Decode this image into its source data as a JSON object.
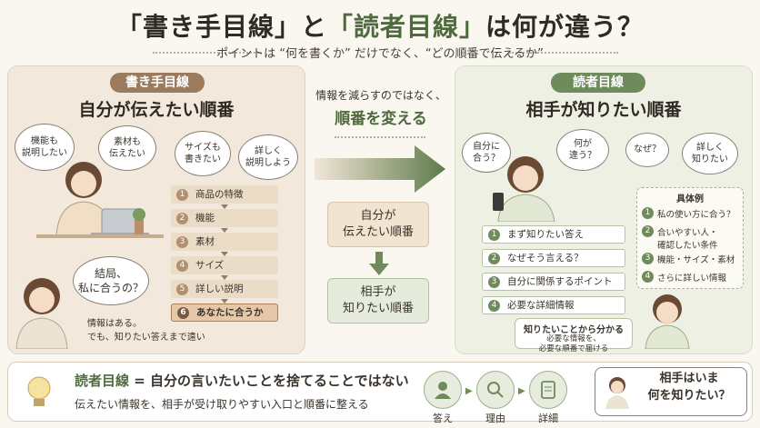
{
  "header": {
    "title_part1": "「書き手目線」と",
    "title_part2": "「読者目線」",
    "title_part3": "は何が違う？",
    "subtitle": "ポイントは “何を書くか” だけでなく、“どの順番で伝えるか”"
  },
  "left": {
    "pill": "書き手目線",
    "title": "自分が伝えたい順番",
    "clouds": [
      "機能も\n説明したい",
      "素材も\n伝えたい",
      "サイズも\n書きたい",
      "詳しく\n説明しよう"
    ],
    "steps": [
      {
        "n": "1",
        "label": "商品の特徴"
      },
      {
        "n": "2",
        "label": "機能"
      },
      {
        "n": "3",
        "label": "素材"
      },
      {
        "n": "4",
        "label": "サイズ"
      },
      {
        "n": "5",
        "label": "詳しい説明"
      },
      {
        "n": "6",
        "label": "あなたに合うか"
      }
    ],
    "reader_cloud": "結局、\n私に合うの？",
    "reader_caption": "情報はある。\nでも、知りたい答えまで遠い"
  },
  "middle": {
    "caption_line1": "情報を減らすのではなく、",
    "caption_line2": "順番を変える",
    "box1": "自分が\n伝えたい順番",
    "box2": "相手が\n知りたい順番"
  },
  "right": {
    "pill": "読者目線",
    "title": "相手が知りたい順番",
    "clouds": [
      "自分に\n合う？",
      "何が\n違う？",
      "なぜ？",
      "詳しく\n知りたい"
    ],
    "steps": [
      {
        "n": "1",
        "label": "まず知りたい答え"
      },
      {
        "n": "2",
        "label": "なぜそう言える？"
      },
      {
        "n": "3",
        "label": "自分に関係するポイント"
      },
      {
        "n": "4",
        "label": "必要な詳細情報"
      }
    ],
    "example": {
      "title": "具体例",
      "items": [
        {
          "n": "1",
          "label": "私の使い方に合う？"
        },
        {
          "n": "2",
          "label": "合いやすい人・\n確認したい条件"
        },
        {
          "n": "3",
          "label": "機能・サイズ・素材"
        },
        {
          "n": "4",
          "label": "さらに詳しい情報"
        }
      ]
    },
    "speech_title": "知りたいことから分かる",
    "speech_body": "必要な情報を、\n必要な順番で届ける"
  },
  "bottom": {
    "headline_green": "読者目線",
    "headline_rest": " = 自分の言いたいことを捨てることではない",
    "body": "伝えたい情報を、相手が受け取りやすい入口と順番に整える",
    "flow": [
      "答え",
      "理由",
      "詳細"
    ],
    "question": "相手はいま\n何を知りたい？"
  },
  "colors": {
    "accent_green": "#4f6a3e",
    "accent_brown": "#9a7b5e"
  }
}
